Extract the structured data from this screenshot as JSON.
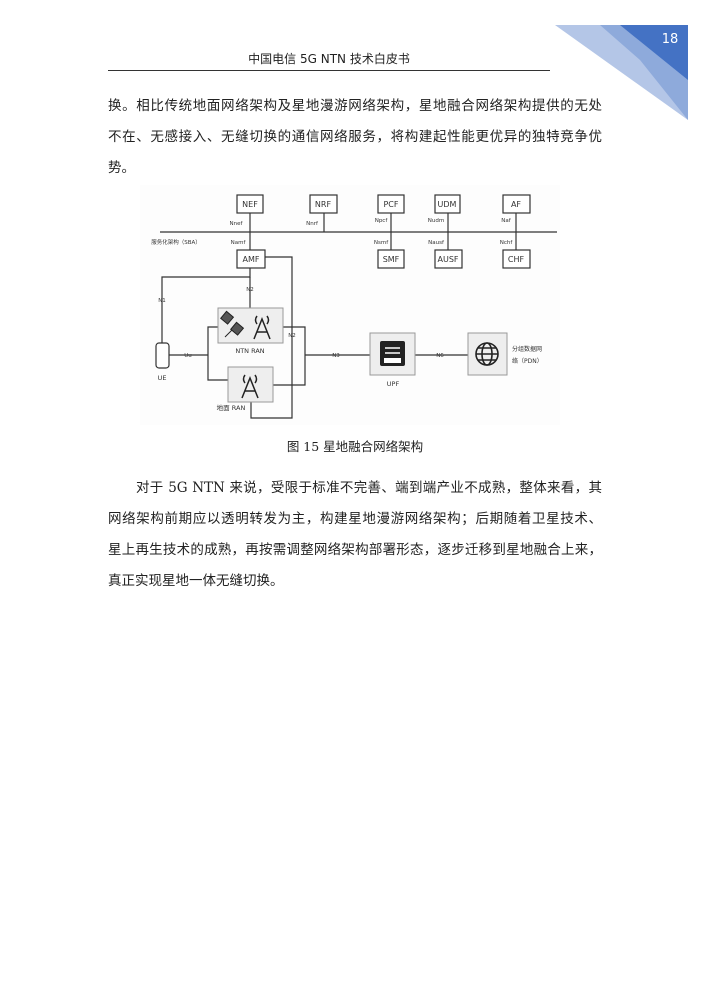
{
  "header": {
    "title": "中国电信 5G NTN 技术白皮书",
    "page_number": "18",
    "accent_color": "#4472c4"
  },
  "para1": [
    "换。相比传统地面网络架构及星地漫游网络架构，星地融合网络架构提供的无处",
    "不在、无感接入、无缝切换的通信网络服务，将构建起性能更优异的独特竞争优",
    "势。"
  ],
  "figure": {
    "nodes": {
      "nef": "NEF",
      "nrf": "NRF",
      "pcf": "PCF",
      "udm": "UDM",
      "af": "AF",
      "smf": "SMF",
      "ausf": "AUSF",
      "chf": "CHF",
      "amf": "AMF",
      "upf": "UPF",
      "ue": "UE",
      "ntn_ran": "NTN RAN",
      "ground_ran": "地面 RAN",
      "pdn1": "分组数据网",
      "pdn2": "络（PDN）"
    },
    "interfaces": {
      "nnef": "Nnef",
      "nnrf": "Nnrf",
      "npcf": "Npcf",
      "nudm": "Nudm",
      "naf": "Naf",
      "namf": "Namf",
      "nsmf": "Nsmf",
      "nausf": "Nausf",
      "nchf": "Nchf",
      "n1": "N1",
      "n2a": "N2",
      "n2b": "N2",
      "n3": "N3",
      "n6": "N6",
      "uu": "Uu"
    },
    "sba_label": "服务化架构（SBA）",
    "caption": "图 15  星地融合网络架构"
  },
  "para2": [
    "对于 5G NTN 来说，受限于标准不完善、端到端产业不成熟，整体来看，其",
    "网络架构前期应以透明转发为主，构建星地漫游网络架构；后期随着卫星技术、",
    "星上再生技术的成熟，再按需调整网络架构部署形态，逐步迁移到星地融合上来，",
    "真正实现星地一体无缝切换。"
  ]
}
